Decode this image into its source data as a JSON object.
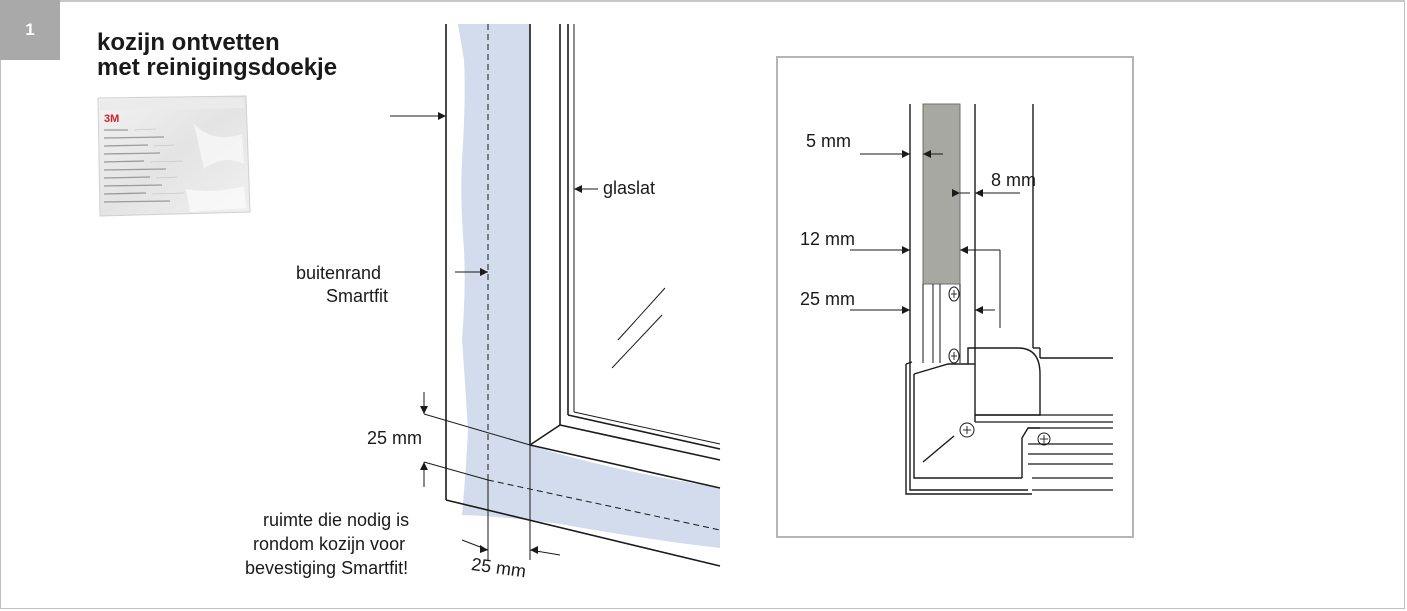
{
  "step": {
    "number": "1"
  },
  "title": {
    "line1": "kozijn ontvetten",
    "line2": "met reinigingsdoekje"
  },
  "wipe_packet": {
    "brand": "3M",
    "icon": "cleaning-wipe-packet-photo"
  },
  "main_drawing": {
    "label_glaslat": "glaslat",
    "label_buitenrand_1": "buitenrand",
    "label_buitenrand_2": "Smartfit",
    "label_25mm_vertical": "25 mm",
    "label_25mm_horizontal": "25 mm",
    "note_line1": "ruimte die nodig is",
    "note_line2": "rondom kozijn voor",
    "note_line3": "bevestiging Smartfit!"
  },
  "detail_drawing": {
    "label_5mm": "5 mm",
    "label_8mm": "8 mm",
    "label_12mm": "12 mm",
    "label_25mm": "25 mm"
  },
  "colors": {
    "zone_fill": "#d2dced",
    "strip_fill": "#a8a8a2",
    "badge": "#a9a9a9",
    "frame_border": "#bfbfbf"
  }
}
